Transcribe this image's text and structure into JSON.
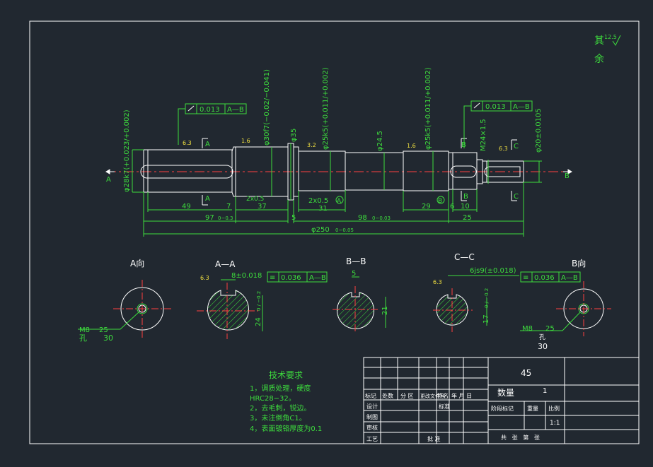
{
  "drawing": {
    "roughness": {
      "prefix": "其",
      "value": "12.5",
      "suffix": "余"
    },
    "datums": {
      "a": "A",
      "b": "B",
      "c": "C"
    },
    "tolerances": {
      "runout_a": {
        "value": "0.013",
        "datum": "A—B"
      },
      "runout_b": {
        "value": "0.013",
        "datum": "A—B"
      },
      "sym_aa": {
        "value": "0.036",
        "datum": "A—B"
      },
      "sym_bb": {
        "value": "0.036",
        "datum": "A—B"
      }
    },
    "diameters": {
      "d28": "φ28k7(+0.023/+0.002)",
      "d30": "φ30f7(−0.02/−0.041)",
      "d35": "φ35",
      "d25a": "φ25k5(+0.011/+0.002)",
      "d24": "φ24.5",
      "d25b": "φ25k5(+0.011/+0.002)",
      "m24": "M24×1.5",
      "d20": "φ20±0.0105"
    },
    "surface_marks": {
      "m1": "6.3",
      "m2": "1.6",
      "m3": "3.2",
      "m4": "1.6",
      "m5": "6.3"
    },
    "lengths": {
      "l49": "49",
      "l97": "97",
      "l97tol": "0−0.3",
      "l7": "7",
      "l2x05a": "2x0.5",
      "l37": "37",
      "l5": "5",
      "l2x05b": "2x0.5",
      "l31": "31",
      "l98": "98",
      "l98tol": "0−0.03",
      "l29": "29",
      "l6": "6",
      "l10": "10",
      "l25": "25",
      "l250": "φ250",
      "l250tol": "0−0.05"
    },
    "view_labels": {
      "a_view": "A向",
      "aa": "A—A",
      "bb": "B—B",
      "cc": "C—C",
      "b_view": "B向"
    },
    "section_dims": {
      "aa_key": "8±0.018",
      "aa_depth": "24",
      "aa_depth_tol": "0 / −0.2",
      "aa_mark": "6.3",
      "bb_key": "5",
      "bb_depth": "21",
      "cc_key": "6js9(±0.018)",
      "cc_depth": "17",
      "cc_depth_tol": "0 / −0.2",
      "cc_mark": "6.3"
    },
    "holes": {
      "m8_left": "M8",
      "depth_left": "25",
      "hole_left": "孔",
      "hole_left_depth": "30",
      "m8_right": "M8",
      "depth_right": "25",
      "hole_right": "孔",
      "hole_right_depth": "30"
    },
    "notes": {
      "title": "技术要求",
      "items": [
        "1，调质处理，硬度",
        "HRC28−32。",
        "2，去毛刺，锐边。",
        "3，未注倒角C1。",
        "4，表面镀铬厚度为0.1"
      ]
    },
    "title_block": {
      "material": "45",
      "qty_label": "数量",
      "qty": "1",
      "h1": "标记",
      "h2": "处数",
      "h3": "分 区",
      "h4": "更改文件号",
      "h5": "签名",
      "h6": "年 月 日",
      "design": "设计",
      "standard": "标准",
      "drafting": "制图",
      "review": "审核",
      "process": "工艺",
      "approve": "批 准",
      "stage": "阶段标记",
      "weight": "重量",
      "scale_label": "比例",
      "scale": "1:1",
      "sheets": "共   张   第   张"
    }
  }
}
